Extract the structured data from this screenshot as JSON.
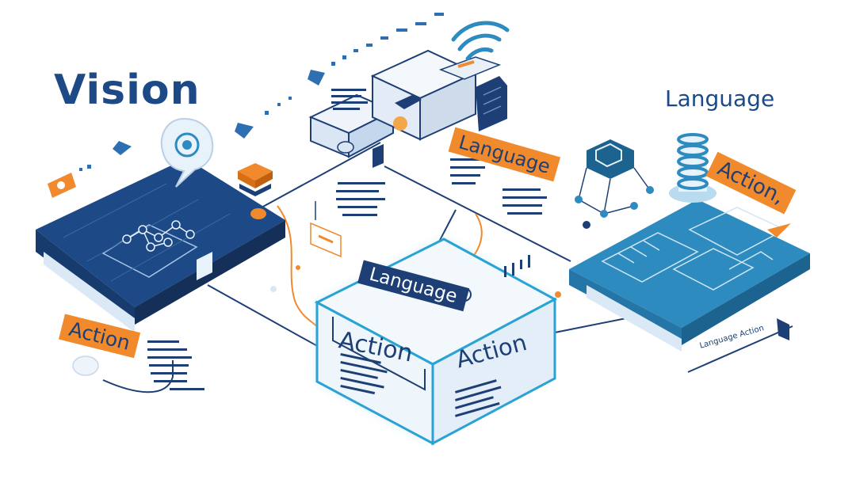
{
  "headings": {
    "vision": "Vision",
    "language": "Language"
  },
  "labels": {
    "action_left": "Action",
    "language_top": "Language",
    "action_right": "Action,",
    "language_box": "Language",
    "action_box_front": "Action",
    "action_box_side": "Action",
    "language_action": "Language Action"
  },
  "icons": {
    "chat": "speech-bubble-icon",
    "wifi": "wifi-signal-icon",
    "network": "node-graph-icon",
    "robot": "robot-cube-icon",
    "layers": "stacked-layers-icon"
  },
  "colors": {
    "navy": "#1d4a86",
    "navy_dark": "#1d3f76",
    "teal": "#2d8bbf",
    "light_blue": "#e8f2fa",
    "orange": "#f08a2c",
    "outline": "#29a3d4"
  }
}
